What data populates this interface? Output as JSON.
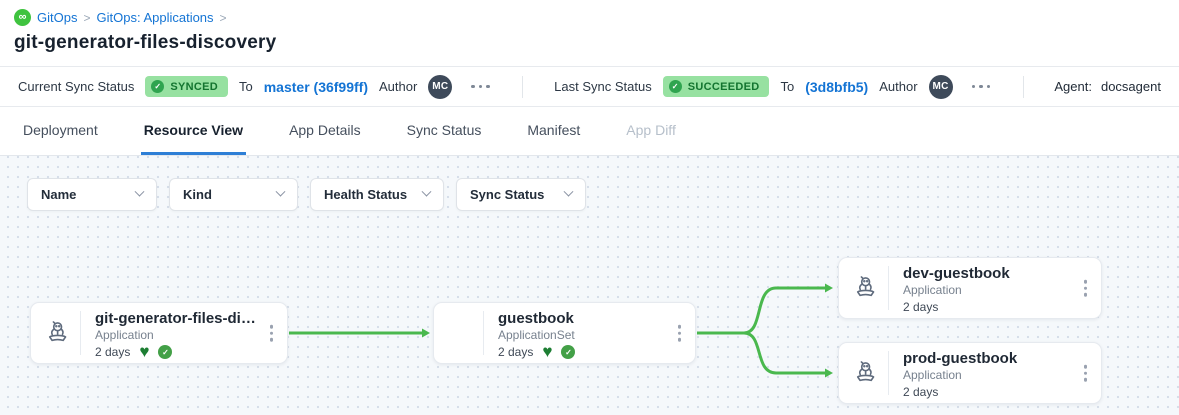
{
  "breadcrumb": {
    "icon": "gitops-logo",
    "items": [
      "GitOps",
      "GitOps: Applications"
    ],
    "separator": ">"
  },
  "page_title": "git-generator-files-discovery",
  "status_bar": {
    "current_sync": {
      "label": "Current Sync Status",
      "badge": "SYNCED",
      "to_label": "To",
      "revision": "master (36f99ff)",
      "author_label": "Author",
      "author_initials": "MC"
    },
    "last_sync": {
      "label": "Last Sync Status",
      "badge": "SUCCEEDED",
      "to_label": "To",
      "revision": "(3d8bfb5)",
      "author_label": "Author",
      "author_initials": "MC"
    },
    "agent_label": "Agent:",
    "agent_value": "docsagent"
  },
  "tabs": [
    {
      "label": "Deployment",
      "state": "default"
    },
    {
      "label": "Resource View",
      "state": "active"
    },
    {
      "label": "App Details",
      "state": "default"
    },
    {
      "label": "Sync Status",
      "state": "default"
    },
    {
      "label": "Manifest",
      "state": "default"
    },
    {
      "label": "App Diff",
      "state": "disabled"
    }
  ],
  "filters": [
    {
      "label": "Name"
    },
    {
      "label": "Kind"
    },
    {
      "label": "Health Status"
    },
    {
      "label": "Sync Status"
    }
  ],
  "graph": {
    "nodes": [
      {
        "title": "git-generator-files-disco...",
        "kind": "Application",
        "age": "2 days",
        "health": "healthy",
        "sync": "synced",
        "icon": "argo-application-icon"
      },
      {
        "title": "guestbook",
        "kind": "ApplicationSet",
        "age": "2 days",
        "health": "healthy",
        "sync": "synced",
        "icon": "none"
      },
      {
        "title": "dev-guestbook",
        "kind": "Application",
        "age": "2 days",
        "icon": "argo-application-icon"
      },
      {
        "title": "prod-guestbook",
        "kind": "Application",
        "age": "2 days",
        "icon": "argo-application-icon"
      }
    ],
    "edges": [
      {
        "from": "git-generator-files-discovery",
        "to": "guestbook"
      },
      {
        "from": "guestbook",
        "to": "dev-guestbook"
      },
      {
        "from": "guestbook",
        "to": "prod-guestbook"
      }
    ]
  },
  "colors": {
    "link_blue": "#1474d4",
    "active_tab_underline": "#2e7fd6",
    "badge_bg": "#97e1a1",
    "badge_text": "#13742f",
    "badge_check": "#2fa44f",
    "edge_green": "#4ab84e",
    "health_heart": "#1d7e33",
    "sync_check": "#43a047",
    "brand_green": "#3fc33f",
    "avatar_bg": "#3e4a5a"
  }
}
